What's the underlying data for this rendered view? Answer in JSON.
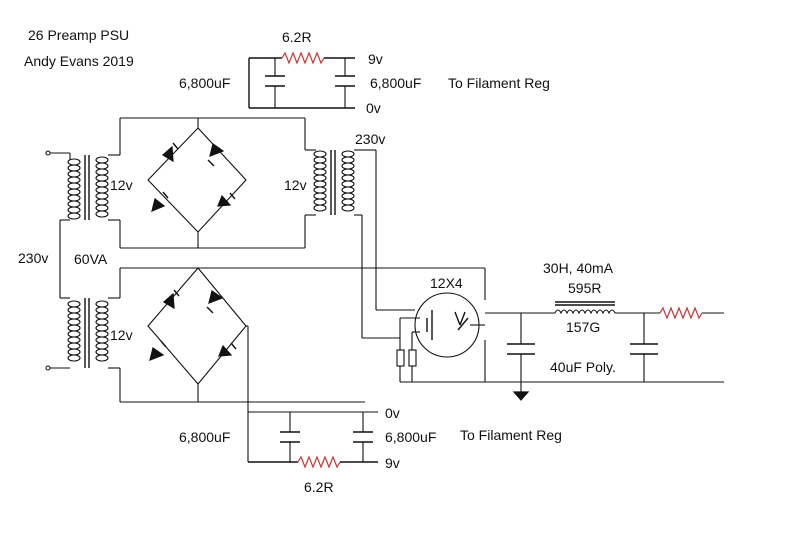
{
  "title": {
    "line1": "26 Preamp PSU",
    "line2": "Andy Evans 2019"
  },
  "labels": {
    "top_resistor": "6.2R",
    "top_cap_left": "6,800uF",
    "top_cap_right": "6,800uF",
    "top_9v": "9v",
    "top_0v": "0v",
    "top_filament": "To Filament Reg",
    "mains_top_right": "230v",
    "secondary_top_left": "12v",
    "secondary_top_right": "12v",
    "mains_left": "230v",
    "va_rating": "60VA",
    "secondary_bottom_left": "12v",
    "rectifier_tube": "12X4",
    "choke_rating": "30H, 40mA",
    "choke_resistance": "595R",
    "choke_model": "157G",
    "reservoir_caps": "40uF Poly.",
    "bottom_0v": "0v",
    "bottom_cap_left": "6,800uF",
    "bottom_cap_right": "6,800uF",
    "bottom_filament": "To Filament Reg",
    "bottom_9v": "9v",
    "bottom_resistor": "6.2R"
  },
  "colors": {
    "wire": "#111111",
    "resistor": "#cc3333",
    "background": "#ffffff"
  }
}
